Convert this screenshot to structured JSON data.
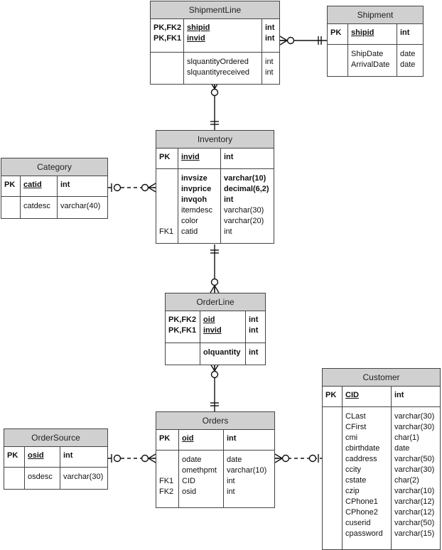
{
  "entities": {
    "shipmentline": {
      "title": "ShipmentLine",
      "pk_keys": [
        "PK,FK2",
        "PK,FK1"
      ],
      "pk_names": [
        "shipid",
        "invid"
      ],
      "pk_types": [
        "int",
        "int"
      ],
      "attr_keys": [],
      "attr_names": [
        "slquantityOrdered",
        "slquantityreceived"
      ],
      "attr_types": [
        "int",
        "int"
      ]
    },
    "shipment": {
      "title": "Shipment",
      "pk_keys": [
        "PK"
      ],
      "pk_names": [
        "shipid"
      ],
      "pk_types": [
        "int"
      ],
      "attr_keys": [],
      "attr_names": [
        "ShipDate",
        "ArrivalDate"
      ],
      "attr_types": [
        "date",
        "date"
      ]
    },
    "inventory": {
      "title": "Inventory",
      "pk_keys": [
        "PK"
      ],
      "pk_names": [
        "invid"
      ],
      "pk_types": [
        "int"
      ],
      "attr_keys": [
        "",
        "",
        "",
        "",
        "",
        "FK1"
      ],
      "attr_names": [
        "invsize",
        "invprice",
        "invqoh",
        "itemdesc",
        "color",
        "catid"
      ],
      "attr_types": [
        "varchar(10)",
        "decimal(6,2)",
        "int",
        "varchar(30)",
        "varchar(20)",
        "int"
      ]
    },
    "category": {
      "title": "Category",
      "pk_keys": [
        "PK"
      ],
      "pk_names": [
        "catid"
      ],
      "pk_types": [
        "int"
      ],
      "attr_keys": [],
      "attr_names": [
        "catdesc"
      ],
      "attr_types": [
        "varchar(40)"
      ]
    },
    "orderline": {
      "title": "OrderLine",
      "pk_keys": [
        "PK,FK2",
        "PK,FK1"
      ],
      "pk_names": [
        "oid",
        "invid"
      ],
      "pk_types": [
        "int",
        "int"
      ],
      "attr_keys": [],
      "attr_names": [
        "olquantity"
      ],
      "attr_types": [
        "int"
      ]
    },
    "orders": {
      "title": "Orders",
      "pk_keys": [
        "PK"
      ],
      "pk_names": [
        "oid"
      ],
      "pk_types": [
        "int"
      ],
      "attr_keys": [
        "",
        "",
        "FK1",
        "FK2"
      ],
      "attr_names": [
        "odate",
        "omethpmt",
        "CID",
        "osid"
      ],
      "attr_types": [
        "date",
        "varchar(10)",
        "int",
        "int"
      ]
    },
    "ordersource": {
      "title": "OrderSource",
      "pk_keys": [
        "PK"
      ],
      "pk_names": [
        "osid"
      ],
      "pk_types": [
        "int"
      ],
      "attr_keys": [],
      "attr_names": [
        "osdesc"
      ],
      "attr_types": [
        "varchar(30)"
      ]
    },
    "customer": {
      "title": "Customer",
      "pk_keys": [
        "PK"
      ],
      "pk_names": [
        "CID"
      ],
      "pk_types": [
        "int"
      ],
      "attr_keys": [],
      "attr_names": [
        "CLast",
        "CFirst",
        "cmi",
        "cbirthdate",
        "caddress",
        "ccity",
        "cstate",
        "czip",
        "CPhone1",
        "CPhone2",
        "cuserid",
        "cpassword"
      ],
      "attr_types": [
        "varchar(30)",
        "varchar(30)",
        "char(1)",
        "date",
        "varchar(50)",
        "varchar(30)",
        "char(2)",
        "varchar(10)",
        "varchar(12)",
        "varchar(12)",
        "varchar(50)",
        "varchar(15)"
      ]
    }
  },
  "relationships": [
    {
      "from": "shipmentline",
      "to": "shipment",
      "from_end": "zero-or-many",
      "to_end": "one-and-only-one",
      "identifying": true
    },
    {
      "from": "shipmentline",
      "to": "inventory",
      "from_end": "zero-or-many",
      "to_end": "one-and-only-one",
      "identifying": true
    },
    {
      "from": "category",
      "to": "inventory",
      "from_end": "zero-or-one",
      "to_end": "zero-or-many",
      "identifying": false
    },
    {
      "from": "inventory",
      "to": "orderline",
      "from_end": "one-and-only-one",
      "to_end": "zero-or-many",
      "identifying": true
    },
    {
      "from": "orderline",
      "to": "orders",
      "from_end": "zero-or-many",
      "to_end": "one-and-only-one",
      "identifying": true
    },
    {
      "from": "ordersource",
      "to": "orders",
      "from_end": "zero-or-one",
      "to_end": "zero-or-many",
      "identifying": false
    },
    {
      "from": "orders",
      "to": "customer",
      "from_end": "zero-or-many",
      "to_end": "zero-or-one",
      "identifying": false
    }
  ]
}
